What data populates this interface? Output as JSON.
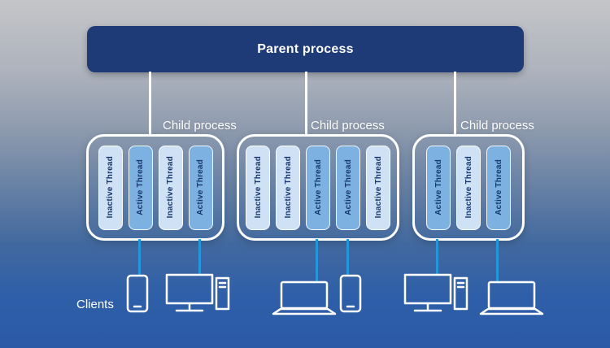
{
  "parent": {
    "label": "Parent process"
  },
  "children": [
    {
      "label": "Child process",
      "threads": [
        {
          "state": "inactive",
          "label": "Inactive Thread"
        },
        {
          "state": "active",
          "label": "Active Thread"
        },
        {
          "state": "inactive",
          "label": "Inactive Thread"
        },
        {
          "state": "active",
          "label": "Active Thread"
        }
      ]
    },
    {
      "label": "Child process",
      "threads": [
        {
          "state": "inactive",
          "label": "Inactive Thread"
        },
        {
          "state": "inactive",
          "label": "Inactive Thread"
        },
        {
          "state": "active",
          "label": "Active Thread"
        },
        {
          "state": "active",
          "label": "Active Thread"
        },
        {
          "state": "inactive",
          "label": "Inactive Thread"
        }
      ]
    },
    {
      "label": "Child process",
      "threads": [
        {
          "state": "active",
          "label": "Active Thread"
        },
        {
          "state": "inactive",
          "label": "Inactive Thread"
        },
        {
          "state": "active",
          "label": "Active Thread"
        }
      ]
    }
  ],
  "clients": {
    "label": "Clients",
    "devices": [
      "phone",
      "desktop",
      "laptop",
      "phone",
      "desktop",
      "laptop"
    ]
  },
  "colors": {
    "parent_bg": "#1e3b78",
    "inactive_thread_bg": "#cfe2f5",
    "active_thread_bg": "#7cb1e2",
    "thread_text": "#17386f",
    "parent_connector": "#ffffff",
    "client_connector": "#2795d9"
  }
}
